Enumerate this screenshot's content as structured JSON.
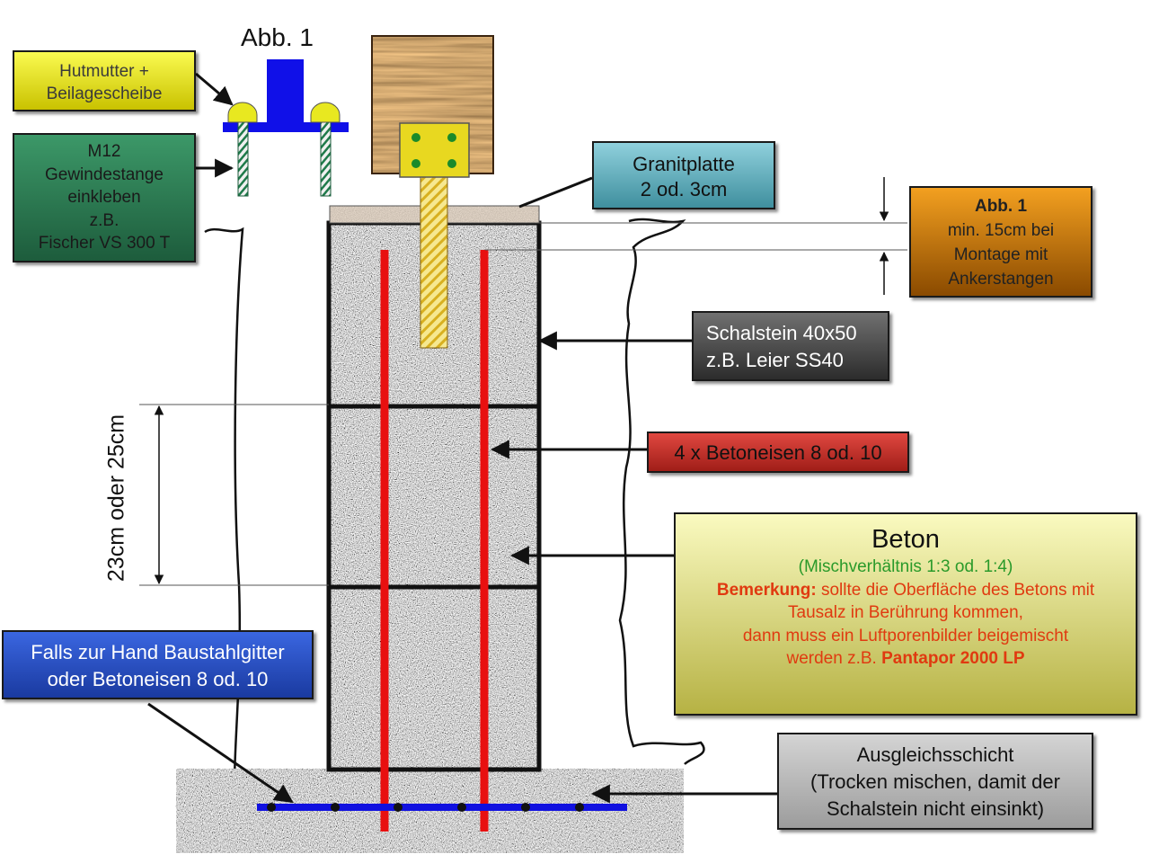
{
  "figure_ref": "Abb. 1",
  "dimension_label": "23cm oder 25cm",
  "labels": {
    "hutmutter": [
      "Hutmutter +",
      "Beilagescheibe"
    ],
    "gewindestange": [
      "M12",
      "Gewindestange",
      "einkleben",
      "z.B.",
      "Fischer VS 300 T"
    ],
    "granitplatte": [
      "Granitplatte",
      "2 od. 3cm"
    ],
    "montage": {
      "title": "Abb. 1",
      "lines": [
        "min. 15cm bei",
        "Montage mit",
        "Ankerstangen"
      ]
    },
    "schalstein": [
      "Schalstein 40x50",
      "z.B. Leier SS40"
    ],
    "betoneisen": "4 x Betoneisen 8 od. 10",
    "beton": {
      "title": "Beton",
      "mix": "(Mischverhältnis 1:3 od. 1:4)",
      "remark_label": "Bemerkung:",
      "remark_1": " sollte die Oberfläche  des Betons mit",
      "remark_2": "Tausalz in Berührung kommen,",
      "remark_3": "dann muss ein  Luftporenbilder beigemischt",
      "remark_4": "werden z.B. ",
      "product": "Pantapor 2000 LP"
    },
    "baustahl": [
      "Falls zur Hand Baustahlgitter",
      "oder Betoneisen 8 od. 10"
    ],
    "ausgleich": [
      "Ausgleichsschicht",
      "(Trocken mischen, damit der",
      "Schalstein nicht einsinkt)"
    ]
  },
  "colors": {
    "rebar": "#e81010",
    "mesh": "#1010e0",
    "mix_text": "#2a9a2a",
    "remark_text": "#e03a10",
    "bracket": "#1010e8",
    "nut": "#e8e820",
    "post_plate": "#e8d820"
  }
}
